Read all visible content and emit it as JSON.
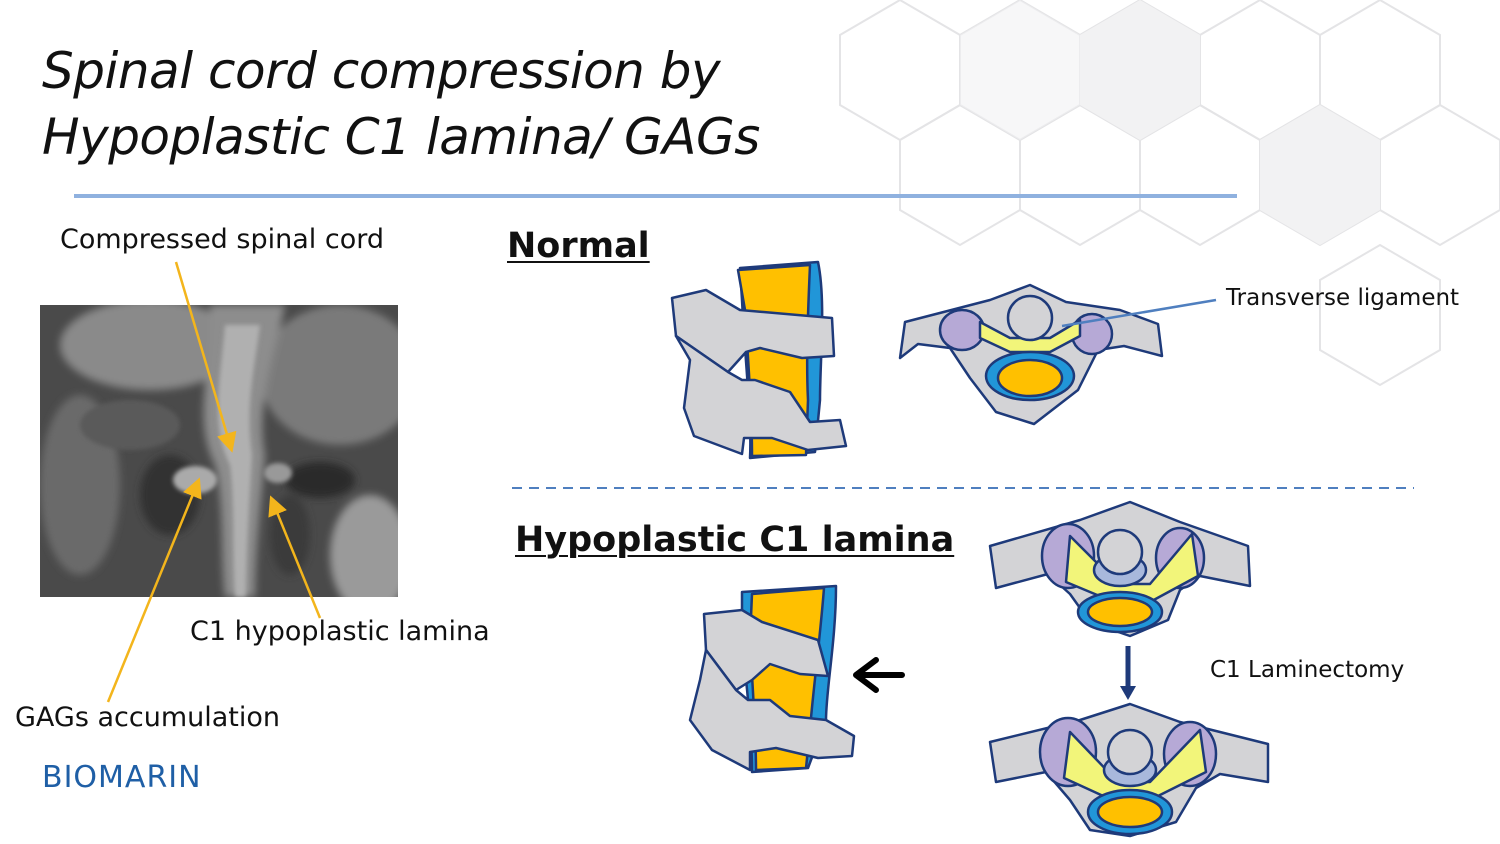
{
  "title": {
    "line1": "Spinal cord compression by",
    "line2": "Hypoplastic C1 lamina/ GAGs"
  },
  "mri_labels": {
    "compressed_cord": "Compressed spinal cord",
    "c1_lamina": "C1 hypoplastic lamina",
    "gags": "GAGs accumulation"
  },
  "sections": {
    "normal": "Normal",
    "hypoplastic": "Hypoplastic C1 lamina"
  },
  "annotations": {
    "transverse_ligament": "Transverse ligament",
    "laminectomy": "C1 Laminectomy"
  },
  "logo": "BIOMARIN",
  "colors": {
    "cord": "#ffc000",
    "dura": "#2196d8",
    "bone": "#d3d3d6",
    "outline": "#1e3a7a",
    "ligament": "#f2f57a",
    "facet": "#b6a9d6",
    "arrow": "#f3b51c",
    "rule": "#8fb1df"
  }
}
